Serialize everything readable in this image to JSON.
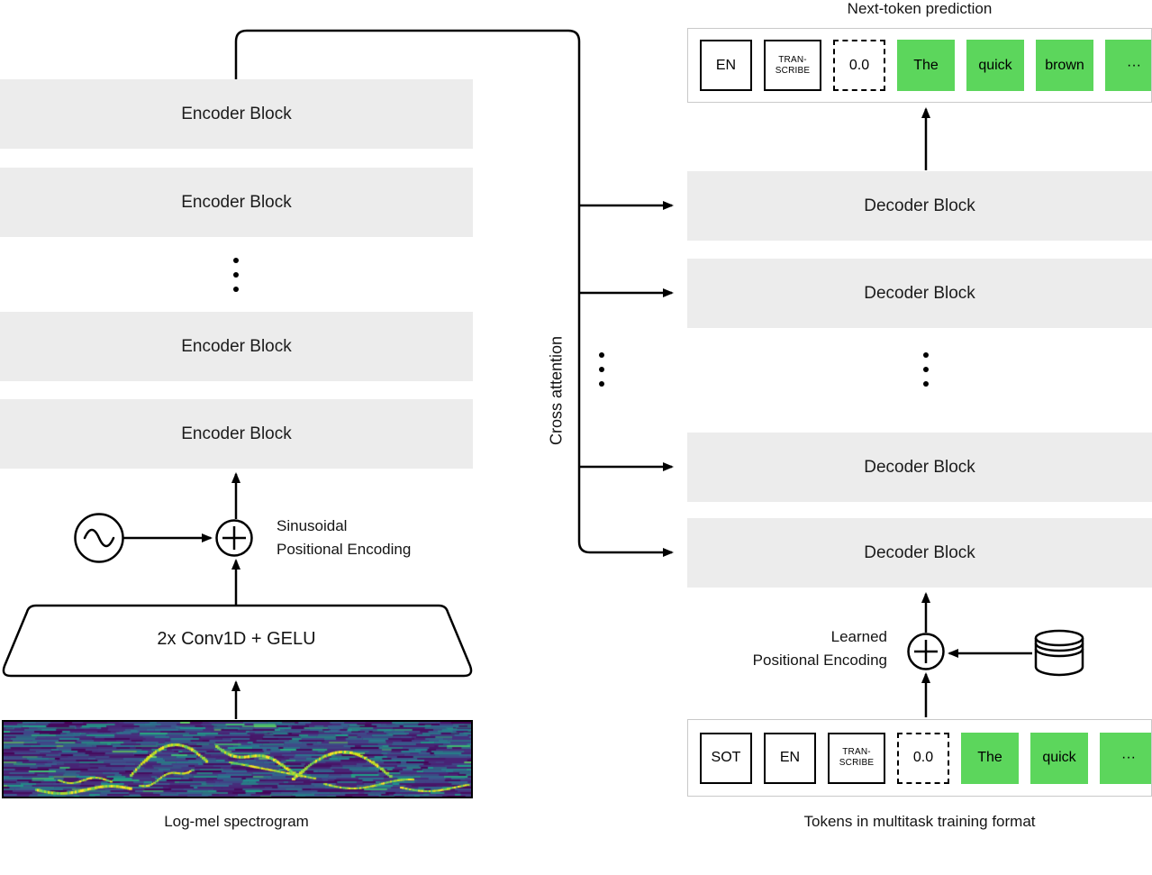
{
  "labels": {
    "next_token_prediction": "Next-token prediction",
    "cross_attention": "Cross attention",
    "sinusoidal_pe": "Sinusoidal\nPositional Encoding",
    "learned_pe": "Learned\nPositional Encoding",
    "conv": "2x Conv1D + GELU",
    "log_mel": "Log-mel spectrogram",
    "tokens_caption": "Tokens in multitask training format"
  },
  "encoder": {
    "blocks": [
      "Encoder Block",
      "Encoder Block",
      "Encoder Block",
      "Encoder Block"
    ]
  },
  "decoder": {
    "blocks": [
      "Decoder Block",
      "Decoder Block",
      "Decoder Block",
      "Decoder Block"
    ]
  },
  "tokens": {
    "output": [
      "EN",
      "TRAN-\nSCRIBE",
      "0.0",
      "The",
      "quick",
      "brown",
      "···"
    ],
    "input": [
      "SOT",
      "EN",
      "TRAN-\nSCRIBE",
      "0.0",
      "The",
      "quick",
      "···"
    ]
  },
  "colors": {
    "block_bg": "#ececec",
    "token_green": "#5cd65c"
  }
}
